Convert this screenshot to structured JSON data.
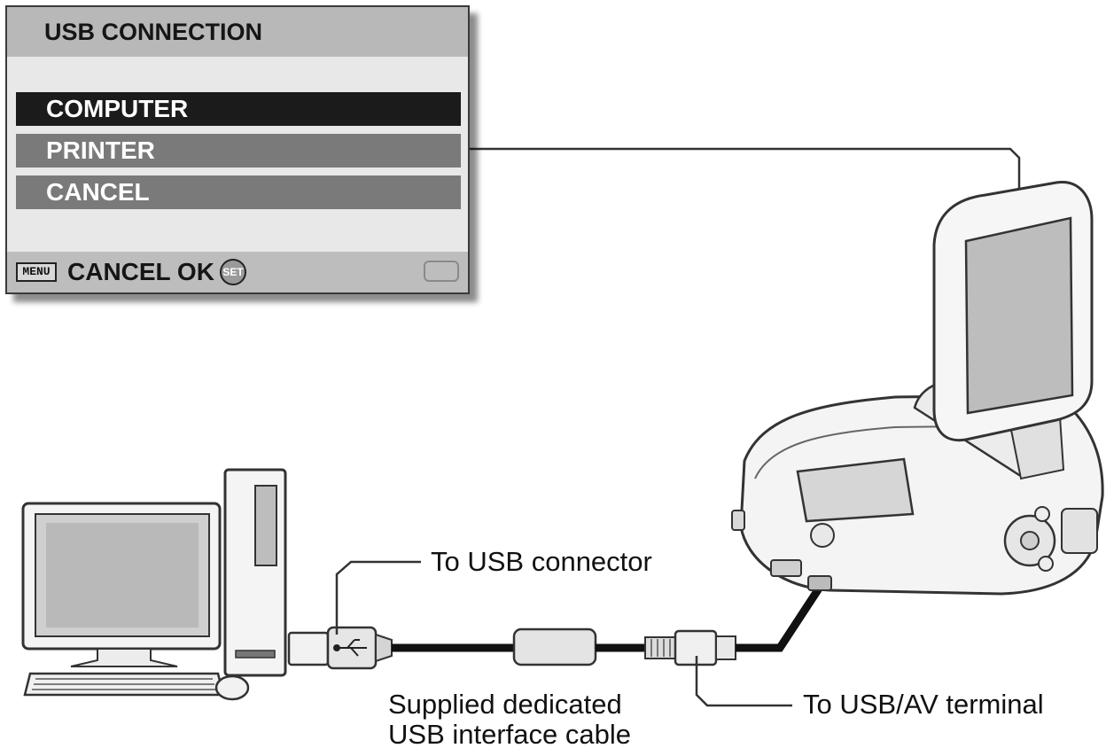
{
  "menu": {
    "title": "USB CONNECTION",
    "items": [
      {
        "label": "COMPUTER",
        "selected": true
      },
      {
        "label": "PRINTER",
        "selected": false
      },
      {
        "label": "CANCEL",
        "selected": false
      }
    ],
    "footer": {
      "menu_key": "MENU",
      "text": "CANCEL OK",
      "set_key": "SET"
    }
  },
  "labels": {
    "usb_connector": "To USB connector",
    "cable_line1": "Supplied dedicated",
    "cable_line2": "USB interface cable",
    "usb_av_terminal": "To USB/AV terminal"
  },
  "colors": {
    "selected_row": "#1b1b1b",
    "normal_row": "#7a7a7a",
    "cable": "#111111"
  }
}
